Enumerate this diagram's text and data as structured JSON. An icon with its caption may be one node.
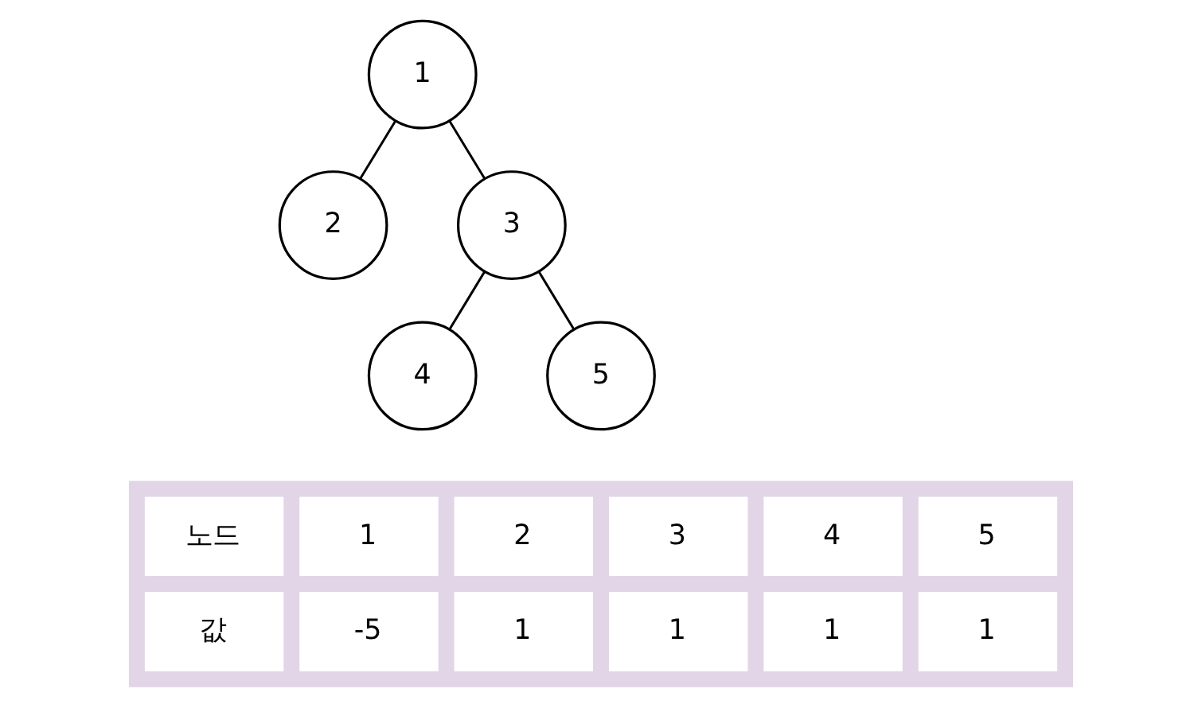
{
  "diagram": {
    "nodes": [
      {
        "text": [
          "1"
        ]
      },
      {
        "text": [
          "2"
        ]
      },
      {
        "text": [
          "3"
        ]
      },
      {
        "text": [
          "4"
        ]
      },
      {
        "text": [
          "5"
        ]
      }
    ],
    "edges": [
      {
        "from": 0,
        "to": 1,
        "arrow": "none"
      },
      {
        "from": 0,
        "to": 2,
        "arrow": "none"
      },
      {
        "from": 2,
        "to": 3,
        "arrow": "none"
      },
      {
        "from": 2,
        "to": 4,
        "arrow": "none"
      }
    ],
    "labels": [
      "노드",
      "1",
      "2",
      "3",
      "4",
      "5",
      "값",
      "-5",
      "1",
      "1",
      "1",
      "1"
    ]
  }
}
